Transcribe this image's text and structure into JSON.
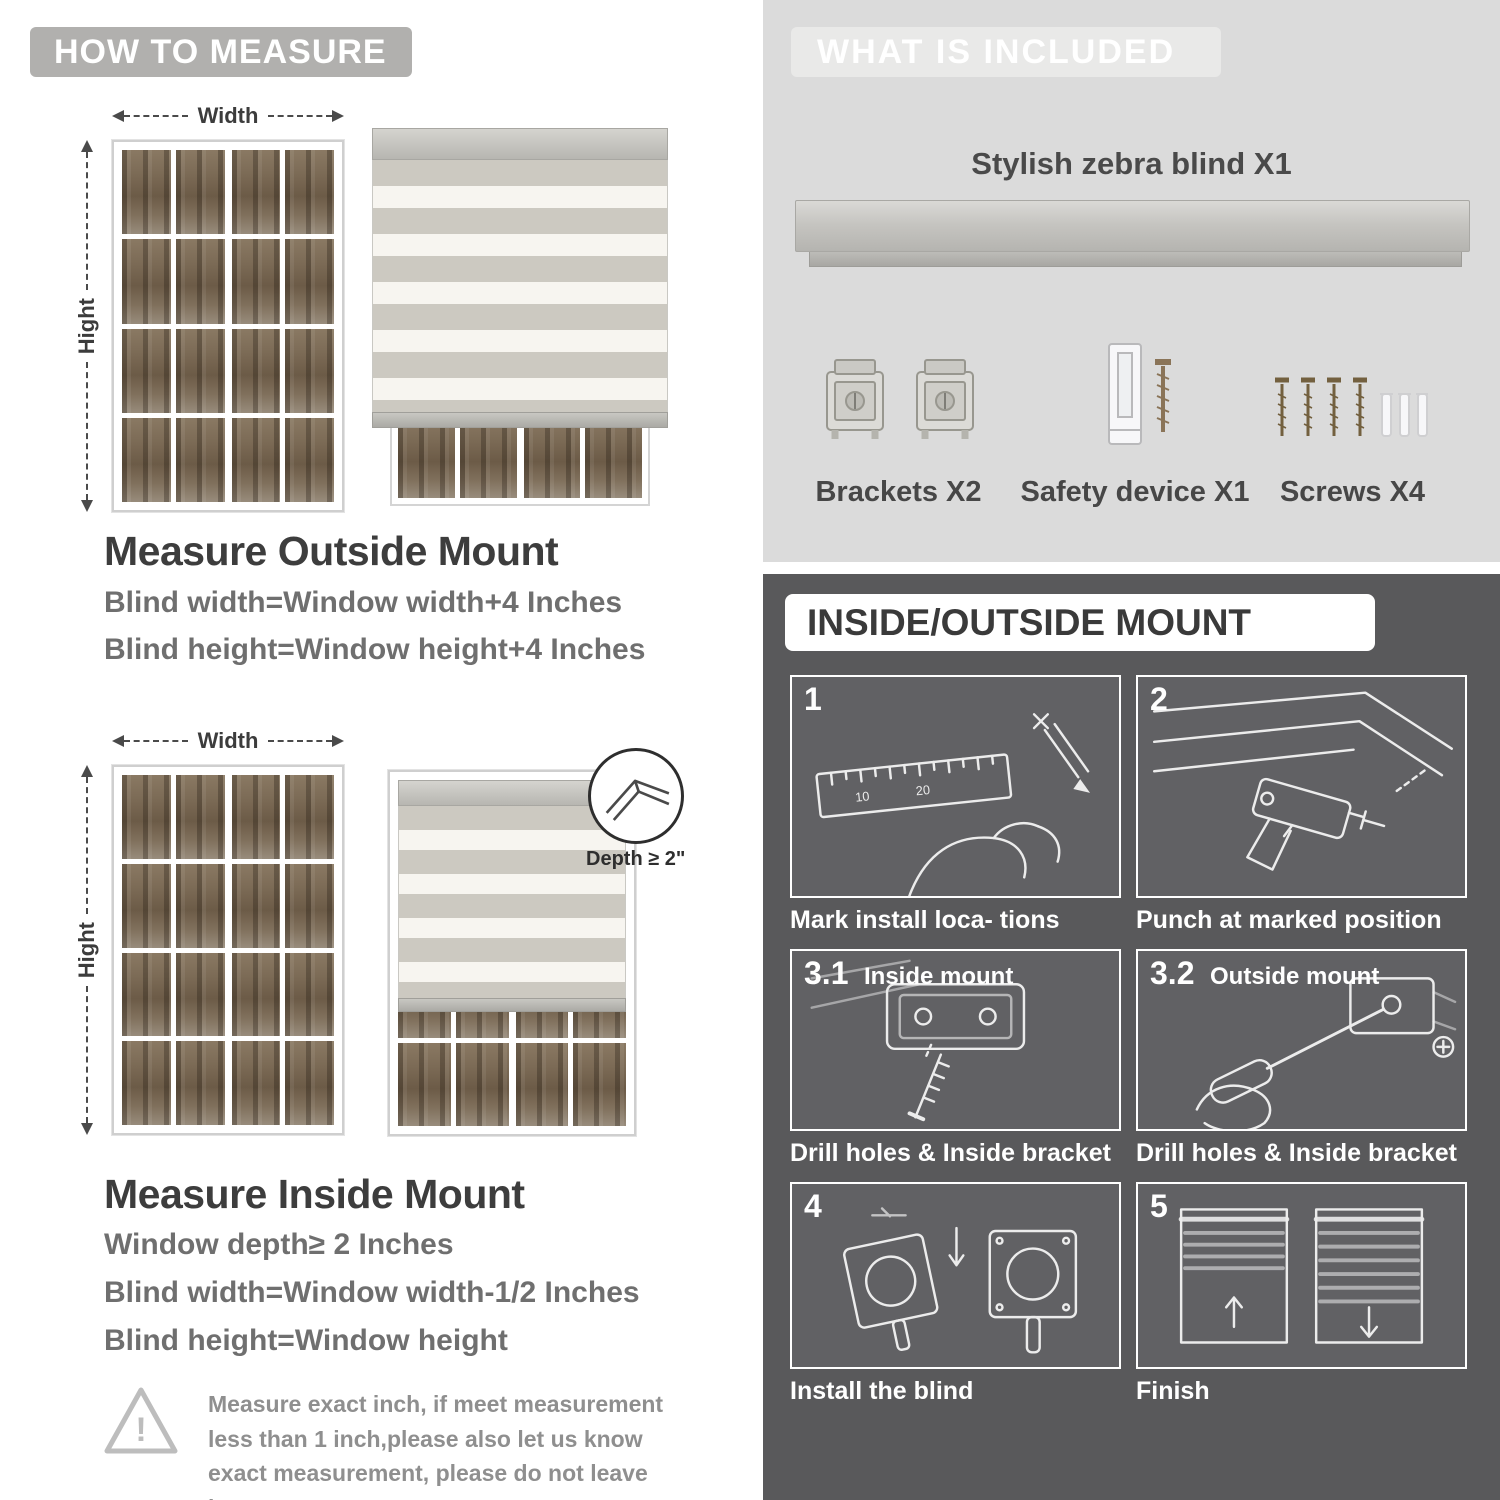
{
  "colors": {
    "left_header_bg": "#b1b0ae",
    "included_bg": "#dbdbdb",
    "included_pill_bg": "#e9e9e8",
    "mount_bg": "#59595b",
    "heading_dark": "#3d3d3d",
    "body_gray": "#6f6f6f"
  },
  "how_to_measure": {
    "header": "HOW TO MEASURE",
    "outside": {
      "width_label": "Width",
      "height_label": "Hight",
      "title": "Measure Outside Mount",
      "lines": [
        "Blind width=Window width+4 Inches",
        "Blind height=Window height+4 Inches"
      ]
    },
    "inside": {
      "width_label": "Width",
      "height_label": "Hight",
      "depth_callout": "Depth ≥ 2\"",
      "title": "Measure Inside Mount",
      "lines": [
        "Window depth≥ 2 Inches",
        "Blind width=Window width-1/2 Inches",
        "Blind height=Window height"
      ]
    },
    "warning": {
      "mark": "!",
      "text": "Measure exact inch, if meet measurement less than 1 inch,please also let us know exact measurement, please do not leave it"
    }
  },
  "included": {
    "header": "WHAT IS INCLUDED",
    "blind_label": "Stylish zebra blind X1",
    "items": [
      {
        "label": "Brackets X2"
      },
      {
        "label": "Safety device X1"
      },
      {
        "label": "Screws X4"
      }
    ]
  },
  "mount_guide": {
    "header": "INSIDE/OUTSIDE MOUNT",
    "steps": [
      {
        "num": "1",
        "caption": "Mark install loca- tions"
      },
      {
        "num": "2",
        "caption": "Punch at  marked position"
      },
      {
        "num": "3.1",
        "label": "Inside mount",
        "caption": "Drill holes &  Inside bracket"
      },
      {
        "num": "3.2",
        "label": "Outside mount",
        "caption": "Drill holes &  Inside bracket"
      },
      {
        "num": "4",
        "caption": "Install the blind"
      },
      {
        "num": "5",
        "caption": "Finish"
      }
    ]
  }
}
